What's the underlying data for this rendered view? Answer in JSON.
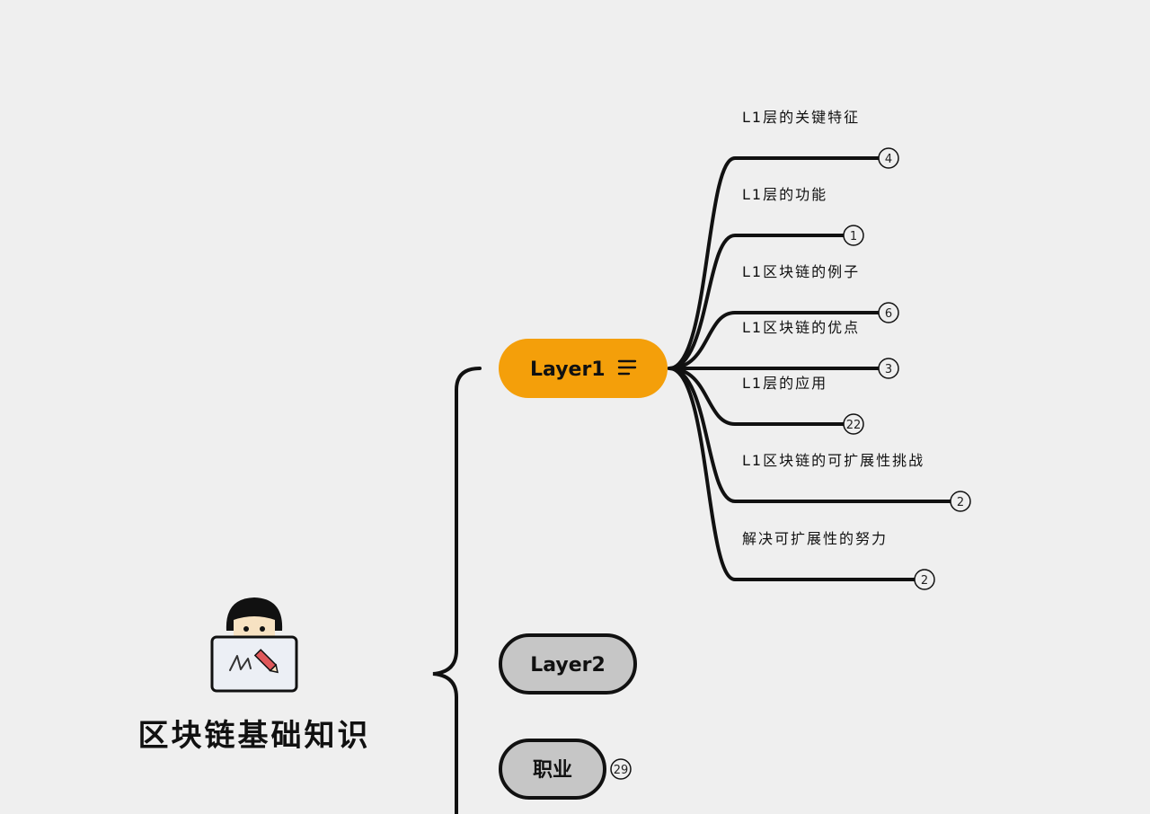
{
  "root": {
    "title": "区块链基础知识",
    "illustration_icon": "person-laptop-icon"
  },
  "colors": {
    "background": "#efefef",
    "line": "#111111",
    "accent": "#f49f0a",
    "node_gray": "#c6c6c6"
  },
  "main_nodes": [
    {
      "label": "Layer1",
      "color": "#f49f0a",
      "expanded": true,
      "note_icon": "notes-lines-icon",
      "children": [
        {
          "label": "L1层的关键特征",
          "count": "4"
        },
        {
          "label": "L1层的功能",
          "count": "1"
        },
        {
          "label": "L1区块链的例子",
          "count": "6"
        },
        {
          "label": "L1区块链的优点",
          "count": "3"
        },
        {
          "label": "L1层的应用",
          "count": "22"
        },
        {
          "label": "L1区块链的可扩展性挑战",
          "count": "2"
        },
        {
          "label": "解决可扩展性的努力",
          "count": "2"
        }
      ]
    },
    {
      "label": "Layer2",
      "color": "#c6c6c6",
      "expanded": false
    },
    {
      "label": "职业",
      "color": "#c6c6c6",
      "expanded": false,
      "count": "29"
    }
  ]
}
